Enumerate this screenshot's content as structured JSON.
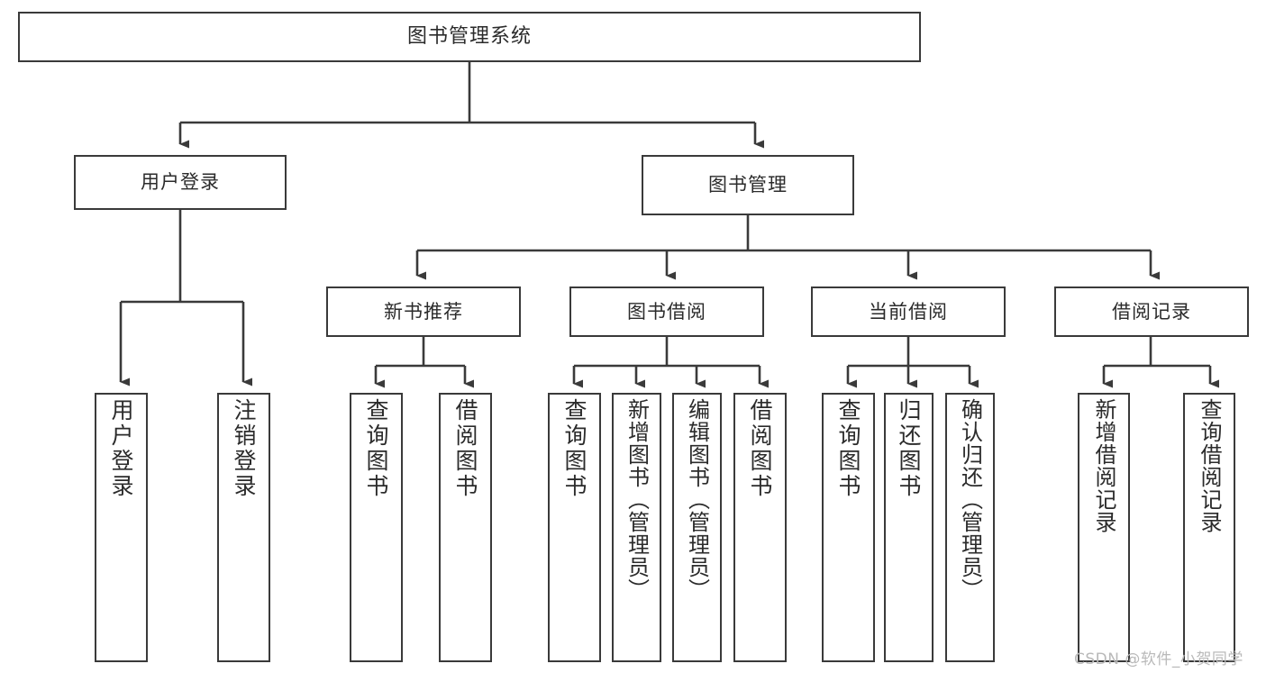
{
  "diagram": {
    "title": "图书管理系统",
    "type": "function-structure-tree",
    "watermark": "CSDN @软件_小贺同学",
    "colors": {
      "background": "#ffffff",
      "box_border": "#3a3a3a",
      "box_fill": "#ffffff",
      "text": "#2b2b2b",
      "edge": "#3a3a3a",
      "watermark": "#b9b9b9"
    },
    "levels": {
      "root": "图书管理系统",
      "level2": [
        "用户登录",
        "图书管理"
      ],
      "level3": [
        "新书推荐",
        "图书借阅",
        "当前借阅",
        "借阅记录"
      ]
    },
    "nodes": {
      "root": {
        "label": "图书管理系统"
      },
      "user_login": {
        "label": "用户登录"
      },
      "book_manage": {
        "label": "图书管理"
      },
      "new_book_rec": {
        "label": "新书推荐"
      },
      "book_borrow": {
        "label": "图书借阅"
      },
      "current_borrow": {
        "label": "当前借阅"
      },
      "borrow_record": {
        "label": "借阅记录"
      },
      "leaf_user_login": {
        "label": "用户登录"
      },
      "leaf_logout_login": {
        "label": "注销登录"
      },
      "leaf_query_book_1": {
        "label": "查询图书"
      },
      "leaf_borrow_book_1": {
        "label": "借阅图书"
      },
      "leaf_query_book_2": {
        "label": "查询图书"
      },
      "leaf_add_book_admin": {
        "label": "新增图书（管理员）"
      },
      "leaf_edit_book_admin": {
        "label": "编辑图书（管理员）"
      },
      "leaf_borrow_book_2": {
        "label": "借阅图书"
      },
      "leaf_query_book_3": {
        "label": "查询图书"
      },
      "leaf_return_book": {
        "label": "归还图书"
      },
      "leaf_confirm_return_admin": {
        "label": "确认归还（管理员）"
      },
      "leaf_add_borrow_record": {
        "label": "新增借阅记录"
      },
      "leaf_query_borrow_record": {
        "label": "查询借阅记录"
      }
    },
    "edges": [
      {
        "from": "root",
        "to": "user_login"
      },
      {
        "from": "root",
        "to": "book_manage"
      },
      {
        "from": "user_login",
        "to": "leaf_user_login"
      },
      {
        "from": "user_login",
        "to": "leaf_logout_login"
      },
      {
        "from": "book_manage",
        "to": "new_book_rec"
      },
      {
        "from": "book_manage",
        "to": "book_borrow"
      },
      {
        "from": "book_manage",
        "to": "current_borrow"
      },
      {
        "from": "book_manage",
        "to": "borrow_record"
      },
      {
        "from": "new_book_rec",
        "to": "leaf_query_book_1"
      },
      {
        "from": "new_book_rec",
        "to": "leaf_borrow_book_1"
      },
      {
        "from": "book_borrow",
        "to": "leaf_query_book_2"
      },
      {
        "from": "book_borrow",
        "to": "leaf_add_book_admin"
      },
      {
        "from": "book_borrow",
        "to": "leaf_edit_book_admin"
      },
      {
        "from": "book_borrow",
        "to": "leaf_borrow_book_2"
      },
      {
        "from": "current_borrow",
        "to": "leaf_query_book_3"
      },
      {
        "from": "current_borrow",
        "to": "leaf_return_book"
      },
      {
        "from": "current_borrow",
        "to": "leaf_confirm_return_admin"
      },
      {
        "from": "borrow_record",
        "to": "leaf_add_borrow_record"
      },
      {
        "from": "borrow_record",
        "to": "leaf_query_borrow_record"
      }
    ]
  }
}
